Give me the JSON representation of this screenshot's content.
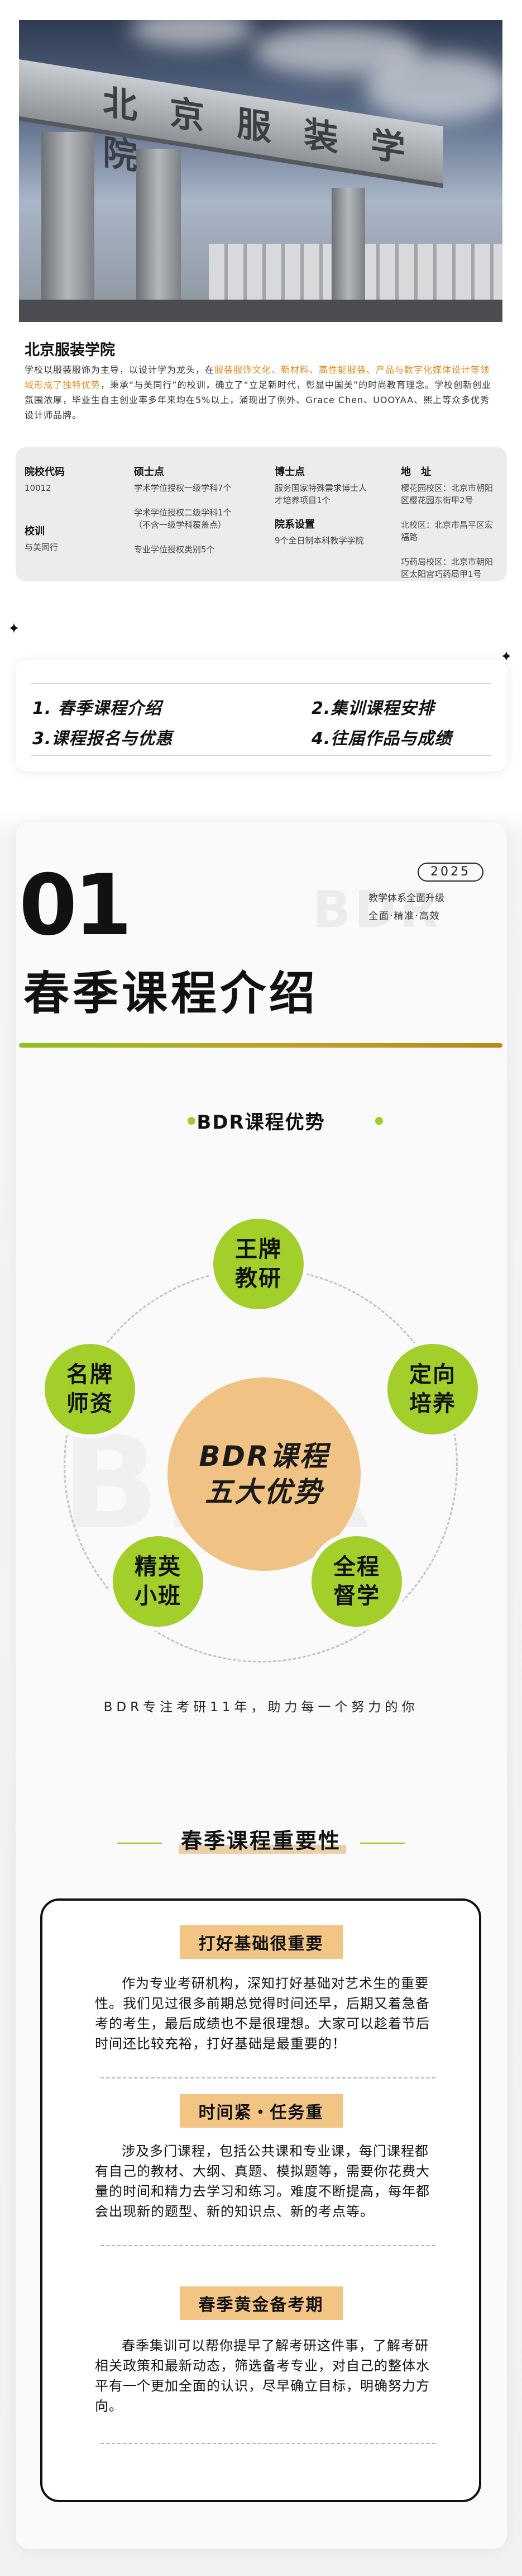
{
  "university": {
    "name": "北京服装学院",
    "gate_text": "北京服装学院",
    "desc_a": "学校以服装服饰为主导，以设计学为龙头，在",
    "desc_hl": "服装服饰文化、新材料、高性能服装、产品与数字化媒体设计等领域形成了独特优势",
    "desc_b": "，秉承“与美同行”的校训，确立了“立足新时代，彰显中国美”的时尚教育理念。学校创新创业氛围浓厚，毕业生自主创业率多年来均在5%以上，涌现出了例外、Grace Chen、UOOYAA、熙上等众多优秀设计师品牌。"
  },
  "info": {
    "code_label": "院校代码",
    "code_value": "10012",
    "motto_label": "校训",
    "motto_value": "与美同行",
    "master_label": "硕士点",
    "master_1": "学术学位授权一级学科7个",
    "master_2": "学术学位授权二级学科1个（不含一级学科覆盖点）",
    "master_3": "专业学位授权类别5个",
    "phd_label": "博士点",
    "phd_value": "服务国家特殊需求博士人才培养项目1个",
    "dept_label": "院系设置",
    "dept_value": "9个全日制本科教学学院",
    "addr_label": "地　址",
    "addr_1": "樱花园校区：北京市朝阳区樱花园东街甲2号",
    "addr_2": "北校区：北京市昌平区宏福路",
    "addr_3": "巧药局校区：北京市朝阳区太阳宫巧药局甲1号"
  },
  "toc": {
    "item1": "1. 春季课程介绍",
    "item2": "2.集训课程安排",
    "item3": "3.课程报名与优惠",
    "item4": "4.往届作品与成绩"
  },
  "section": {
    "number": "01",
    "bg_word": "BDR",
    "year": "2025",
    "tagline1": "教学体系全面升级",
    "tagline2": "全面·精准·高效",
    "title": "春季课程介绍",
    "advantages_title": "BDR课程优势",
    "core_line1": "BDR课程",
    "core_line2": "五大优势",
    "nodes": [
      {
        "l1": "王牌",
        "l2": "教研"
      },
      {
        "l1": "定向",
        "l2": "培养"
      },
      {
        "l1": "全程",
        "l2": "督学"
      },
      {
        "l1": "精英",
        "l2": "小班"
      },
      {
        "l1": "名牌",
        "l2": "师资"
      }
    ],
    "slogan": "BDR专注考研11年，助力每一个努力的你",
    "importance_title": "春季课程重要性",
    "blocks": [
      {
        "title": "打好基础很重要",
        "text": "作为专业考研机构，深知打好基础对艺术生的重要性。我们见过很多前期总觉得时间还早，后期又着急备考的考生，最后成绩也不是很理想。大家可以趁着节后时间还比较充裕，打好基础是最重要的！"
      },
      {
        "title": "时间紧・任务重",
        "text": "涉及多门课程，包括公共课和专业课，每门课程都有自己的教材、大纲、真题、模拟题等，需要你花费大量的时间和精力去学习和练习。难度不断提高，每年都会出现新的题型、新的知识点、新的考点等。"
      },
      {
        "title": "春季黄金备考期",
        "text": "春季集训可以帮你提早了解考研这件事，了解考研相关政策和最新动态，筛选备考专业，对自己的整体水平有一个更加全面的认识，尽早确立目标，明确努力方向。"
      }
    ]
  },
  "colors": {
    "accent_green": "#9bd02a",
    "accent_orange": "#f0c283",
    "highlight_text": "#e18a1e"
  }
}
